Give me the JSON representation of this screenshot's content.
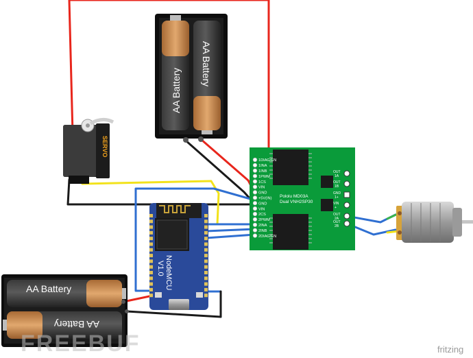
{
  "battery_pack_top": {
    "cell_left_label": "AA Battery",
    "cell_right_label": "AA Battery"
  },
  "battery_pack_bottom": {
    "cell_top_label": "AA Battery",
    "cell_bottom_label": "AA Battery"
  },
  "servo": {
    "label": "SERVO"
  },
  "motor_driver": {
    "title_line1": "Pololu MD03A",
    "title_line2": "Dual VNH2SP30",
    "left_pins": [
      "1DIAG/EN",
      "1INA",
      "1INB",
      "1PWM",
      "1CS",
      "VIN",
      "GND",
      "+5V(IN)",
      "GND",
      "VIN",
      "2CS",
      "2PWM",
      "2INA",
      "2INB",
      "2DIAG/EN"
    ],
    "out_labels": [
      {
        "line1": "OUT",
        "line2": "1A"
      },
      {
        "line1": "OUT",
        "line2": "1B"
      },
      {
        "line1": "GND",
        "line2": "1+"
      },
      {
        "line1": "VIN",
        "line2": "+"
      },
      {
        "line1": "OUT",
        "line2": "2A"
      },
      {
        "line1": "OUT",
        "line2": "2B"
      }
    ]
  },
  "nodemcu": {
    "label_line1": "NodeMCU",
    "label_line2": "V1.0"
  },
  "watermark": "FREEBUF",
  "brand": "fritzing",
  "colors": {
    "wire_red": "#e8261c",
    "wire_black": "#1a1a1a",
    "wire_yellow": "#f2e21b",
    "wire_blue": "#2f6fd1",
    "board_green": "#0a9b3a",
    "nodemcu_blue": "#2a4a9a",
    "battery_copper": "#c8874e"
  }
}
